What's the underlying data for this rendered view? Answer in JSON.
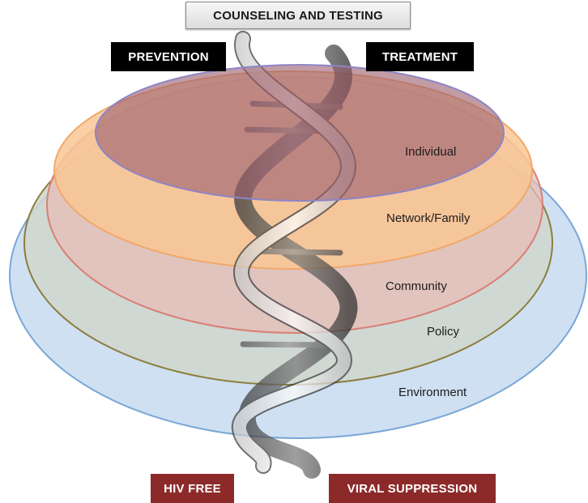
{
  "boxes": {
    "top": "COUNSELING AND TESTING",
    "left": "PREVENTION",
    "right": "TREATMENT",
    "bottom_left": "HIV FREE",
    "bottom_right": "VIRAL SUPPRESSION"
  },
  "layers": {
    "individual": "Individual",
    "network": "Network/Family",
    "community": "Community",
    "policy": "Policy",
    "environment": "Environment"
  },
  "colors": {
    "environment": "#c9ddf1",
    "policy": "#cdd5cc",
    "community": "#e8b3ae",
    "network": "#f8c594",
    "individual": "#a36b77",
    "hiv_box": "#8c2a2a"
  }
}
